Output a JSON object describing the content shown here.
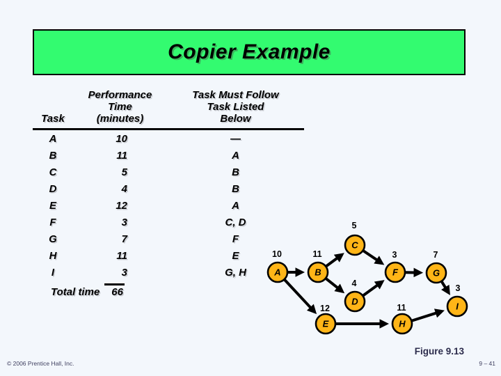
{
  "slide": {
    "title": "Copier Example",
    "figure_label": "Figure 9.13",
    "copyright": "© 2006 Prentice Hall, Inc.",
    "page_number": "9 – 41",
    "banner_color": "#33FB70",
    "background_color": "#F3F7FC"
  },
  "table": {
    "headers": {
      "col1_line3": "Task",
      "col2_line1": "Performance",
      "col2_line2": "Time",
      "col2_line3": "(minutes)",
      "col3_line1": "Task Must Follow",
      "col3_line2": "Task Listed",
      "col3_line3": "Below"
    },
    "rows": [
      {
        "task": "A",
        "time": "10",
        "follows": "—"
      },
      {
        "task": "B",
        "time": "11",
        "follows": "A"
      },
      {
        "task": "C",
        "time": "5",
        "follows": "B"
      },
      {
        "task": "D",
        "time": "4",
        "follows": "B"
      },
      {
        "task": "E",
        "time": "12",
        "follows": "A"
      },
      {
        "task": "F",
        "time": "3",
        "follows": "C, D"
      },
      {
        "task": "G",
        "time": "7",
        "follows": "F"
      },
      {
        "task": "H",
        "time": "11",
        "follows": "E"
      },
      {
        "task": "I",
        "time": "3",
        "follows": "G, H"
      }
    ],
    "total_label": "Total time",
    "total_value": "66"
  },
  "diagram": {
    "node_color": "#FFB517",
    "line_color": "#000000",
    "nodes": [
      {
        "id": "A",
        "time": "10"
      },
      {
        "id": "B",
        "time": "11"
      },
      {
        "id": "C",
        "time": "5"
      },
      {
        "id": "D",
        "time": "4"
      },
      {
        "id": "E",
        "time": "12"
      },
      {
        "id": "F",
        "time": "3"
      },
      {
        "id": "G",
        "time": "7"
      },
      {
        "id": "H",
        "time": "11"
      },
      {
        "id": "I",
        "time": "3"
      }
    ],
    "edges": [
      [
        "A",
        "B"
      ],
      [
        "B",
        "C"
      ],
      [
        "B",
        "D"
      ],
      [
        "C",
        "F"
      ],
      [
        "D",
        "F"
      ],
      [
        "F",
        "G"
      ],
      [
        "G",
        "I"
      ],
      [
        "A",
        "E"
      ],
      [
        "E",
        "H"
      ],
      [
        "H",
        "I"
      ]
    ]
  }
}
